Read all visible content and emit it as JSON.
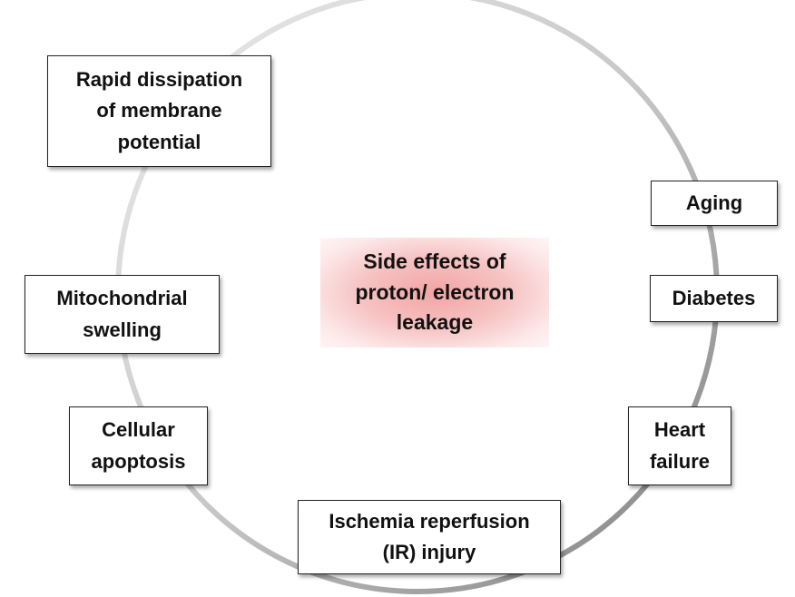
{
  "center": {
    "label": "Side effects of\nproton/ electron\nleakage"
  },
  "effects": {
    "rapid_dissipation": "Rapid dissipation\nof membrane\npotential",
    "aging": "Aging",
    "diabetes": "Diabetes",
    "mitochondrial_swelling": "Mitochondrial\nswelling",
    "cellular_apoptosis": "Cellular\napoptosis",
    "heart_failure": "Heart\nfailure",
    "ischemia_reperfusion": "Ischemia reperfusion\n(IR) injury"
  },
  "colors": {
    "center_fill": "#f2a4a4",
    "ring_stroke": "#b0b0b0",
    "box_border": "#222222"
  }
}
